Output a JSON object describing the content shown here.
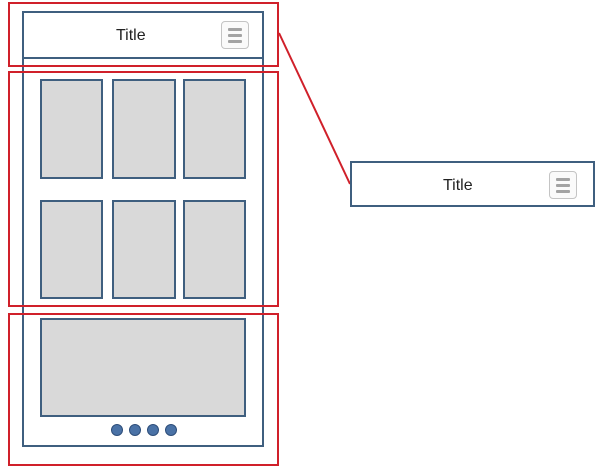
{
  "phone": {
    "header": {
      "title": "Title",
      "menu_icon": "hamburger-menu-icon"
    },
    "grid": {
      "rows": 2,
      "columns": 3,
      "tile_count": 6
    },
    "carousel": {
      "dot_count": 4
    }
  },
  "callout": {
    "title": "Title",
    "menu_icon": "hamburger-menu-icon"
  },
  "colors": {
    "outline": "#3f5f7f",
    "tile_fill": "#d9d9d9",
    "highlight": "#d0202a",
    "dot": "#4a72a6",
    "menu_icon": "#a3a3a3"
  }
}
